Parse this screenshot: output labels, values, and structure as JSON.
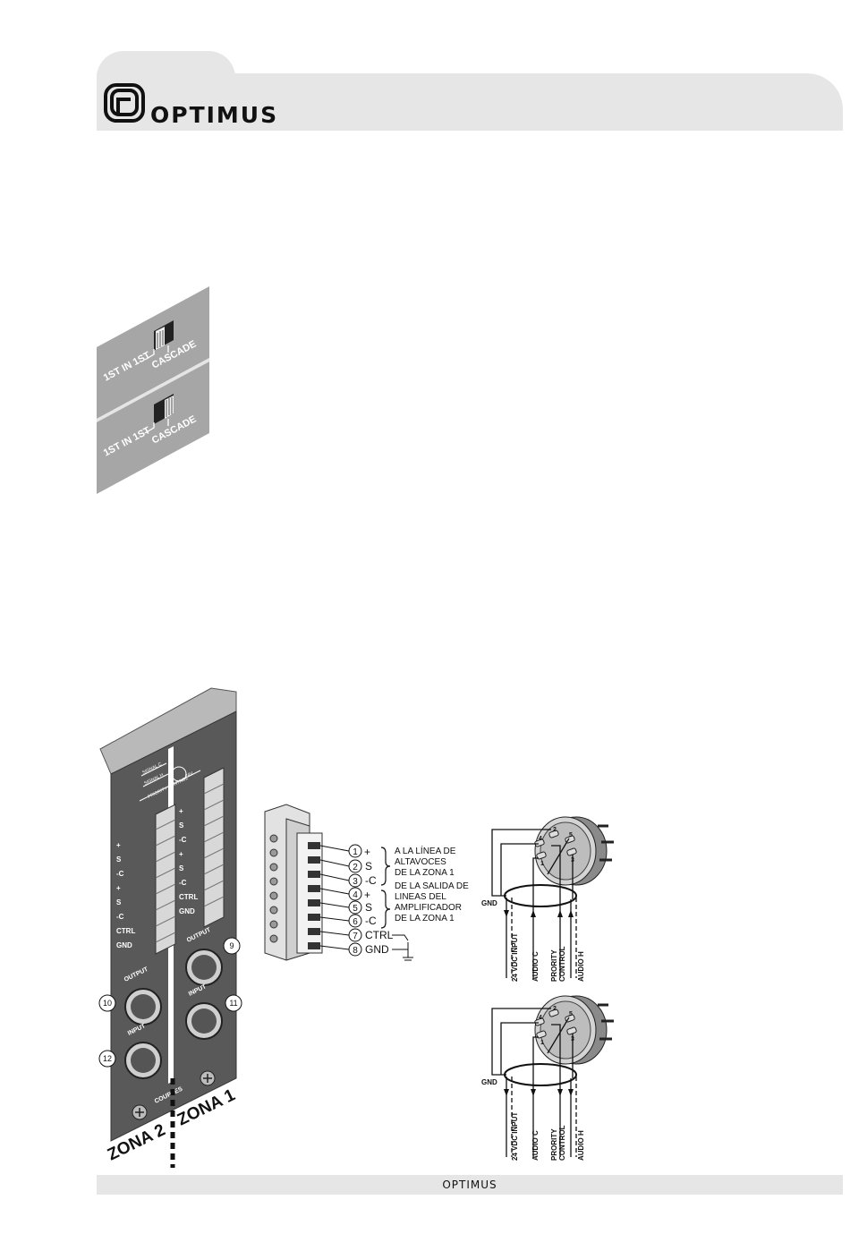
{
  "header": {
    "brand": "OPTIMUS"
  },
  "footer": {
    "brand": "OPTIMUS"
  },
  "switch_panels": {
    "label_left": "1ST IN 1ST",
    "label_right": "CASCADE"
  },
  "rear_panel": {
    "top_labels": [
      "SIGNAL C",
      "SIGNAL H",
      "PRIORITY CONTROL",
      "24V"
    ],
    "terminal_labels": [
      "+",
      "S",
      "-C",
      "+",
      "S",
      "-C",
      "CTRL",
      "GND"
    ],
    "output_label": "OUTPUT",
    "input_label": "INPUT",
    "link_label": "COUPLES",
    "zone_left": "ZONA 2",
    "zone_right": "ZONA 1",
    "callouts": [
      "9",
      "10",
      "11",
      "12"
    ]
  },
  "terminal_block": {
    "pins": [
      {
        "num": "1",
        "label": "+"
      },
      {
        "num": "2",
        "label": "S"
      },
      {
        "num": "3",
        "label": "-C"
      },
      {
        "num": "4",
        "label": "+"
      },
      {
        "num": "5",
        "label": "S"
      },
      {
        "num": "6",
        "label": "-C"
      },
      {
        "num": "7",
        "label": "CTRL"
      },
      {
        "num": "8",
        "label": "GND"
      }
    ],
    "group1_text": [
      "A LA LÍNEA DE",
      "ALTAVOCES",
      "DE LA ZONA 1"
    ],
    "group2_text": [
      "DE LA SALIDA DE",
      "LINEAS DEL",
      " AMPLIFICADOR",
      "DE LA ZONA 1"
    ]
  },
  "din_diagram": {
    "gnd_label": "GND",
    "pins": [
      "1",
      "2",
      "3",
      "4",
      "5"
    ],
    "wire_labels": [
      "24 VDC INPUT",
      "AUDIO C",
      "PRORITY",
      "CONTROL",
      "AUDIO H"
    ]
  }
}
